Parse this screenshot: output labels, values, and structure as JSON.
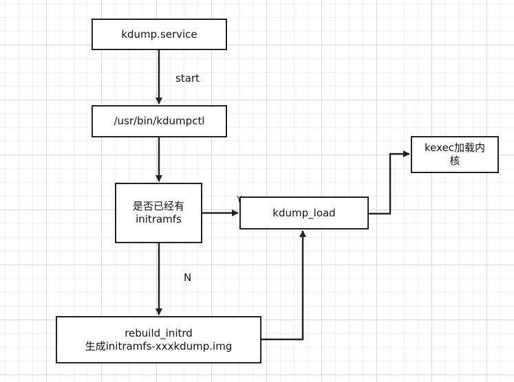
{
  "nodes": {
    "kdump_service": {
      "lines": [
        "kdump.service"
      ]
    },
    "kdumpctl": {
      "lines": [
        "/usr/bin/kdumpctl"
      ]
    },
    "decision": {
      "lines": [
        "是否已经有",
        "initramfs"
      ]
    },
    "kdump_load": {
      "lines": [
        "kdump_load"
      ]
    },
    "kexec": {
      "lines": [
        "kexec加载内",
        "核"
      ]
    },
    "rebuild": {
      "lines": [
        "rebuild_initrd",
        "生成initramfs-xxxkdump.img"
      ]
    }
  },
  "edge_labels": {
    "start": "start",
    "yes": "Y",
    "no": "N"
  }
}
